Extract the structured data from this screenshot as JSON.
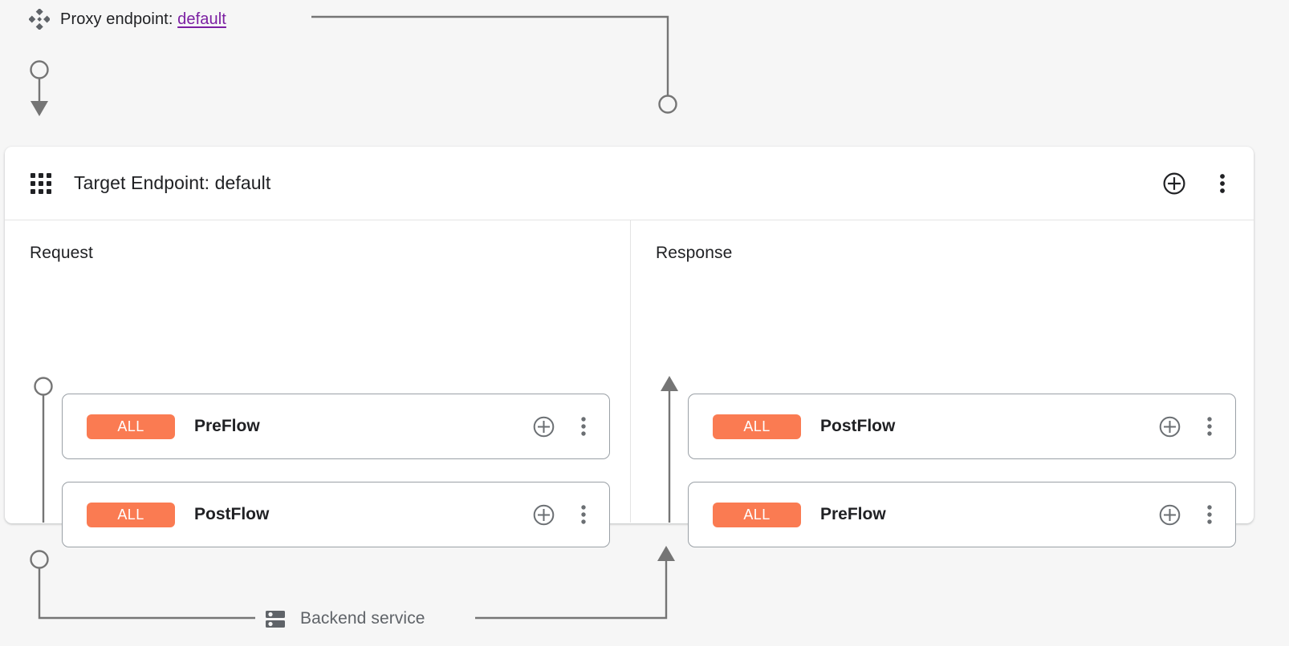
{
  "proxy": {
    "icon": "proxy-endpoint-icon",
    "label": "Proxy endpoint:",
    "value": "default",
    "link_color": "#7b1fa2"
  },
  "target_panel": {
    "icon": "apps-grid-icon",
    "title": "Target Endpoint: default",
    "actions": [
      {
        "name": "add-icon",
        "glyph": "plus-circle"
      },
      {
        "name": "more-options-icon",
        "glyph": "dots-vertical"
      }
    ],
    "columns": [
      {
        "key": "request",
        "label": "Request",
        "direction": "down",
        "flows": [
          {
            "badge": "ALL",
            "name": "PreFlow",
            "badge_color": "#fa7b52"
          },
          {
            "badge": "ALL",
            "name": "PostFlow",
            "badge_color": "#fa7b52"
          }
        ]
      },
      {
        "key": "response",
        "label": "Response",
        "direction": "up",
        "flows": [
          {
            "badge": "ALL",
            "name": "PostFlow",
            "badge_color": "#fa7b52"
          },
          {
            "badge": "ALL",
            "name": "PreFlow",
            "badge_color": "#fa7b52"
          }
        ]
      }
    ],
    "card_actions": [
      {
        "name": "add-step-icon",
        "glyph": "plus-circle"
      },
      {
        "name": "flow-more-options-icon",
        "glyph": "dots-vertical"
      }
    ]
  },
  "backend": {
    "icon": "server-icon",
    "label": "Backend service"
  },
  "theme": {
    "background": "#f6f6f6",
    "panel_background": "#ffffff",
    "wire_color": "#757575",
    "card_border": "#9aa0a6",
    "badge_color": "#fa7b52",
    "text_color": "#202124",
    "muted_text": "#5f6368"
  }
}
